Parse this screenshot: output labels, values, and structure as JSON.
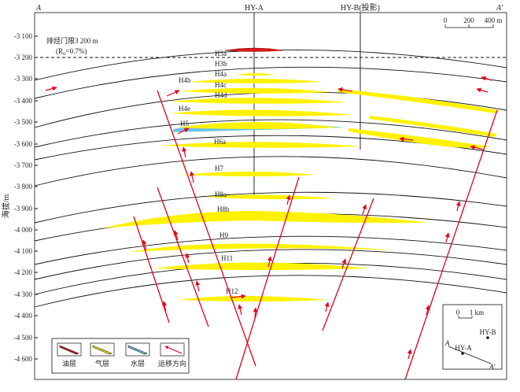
{
  "section": {
    "left_end": "A",
    "right_end": "A′",
    "well_main": "HY-A",
    "well_projected": "HY-B(投影)"
  },
  "scale_bar": {
    "labels": [
      "0",
      "200",
      "400 m"
    ]
  },
  "y_axis": {
    "label": "海拔/m",
    "ticks": [
      "-3 100",
      "-3 200",
      "-3 300",
      "-3 400",
      "-3 500",
      "-3 600",
      "-3 700",
      "-3 800",
      "-3 900",
      "-4 000",
      "-4 100",
      "-4 200",
      "-4 300",
      "-4 400",
      "-4 500",
      "-4 600"
    ]
  },
  "annotation": {
    "line1": "排烃门限3 200 m",
    "line2_prefix": "(R",
    "line2_sub": "o",
    "line2_suffix": "=0.7%)"
  },
  "horizons": [
    "H3a",
    "H3b",
    "H4a",
    "H4b",
    "H4c",
    "H4d",
    "H4e",
    "H5",
    "H6a",
    "H7",
    "H8a",
    "H8b",
    "H9",
    "H11",
    "H12"
  ],
  "legend": {
    "items": [
      {
        "label": "油层",
        "color": "#d7191c"
      },
      {
        "label": "气层",
        "color": "#fff200"
      },
      {
        "label": "水层",
        "color": "#6cc4e8"
      },
      {
        "label": "运移方向",
        "color": "#e3001b"
      }
    ]
  },
  "inset": {
    "scale_labels": [
      "0",
      "1 km"
    ],
    "well_b": "HY-B",
    "well_a": "HY-A",
    "end_a": "A",
    "end_a_prime": "A′"
  },
  "colors": {
    "oil": "#d7191c",
    "gas": "#fff200",
    "water": "#6cc4e8",
    "arrow": "#e3001b",
    "line": "#111111"
  }
}
